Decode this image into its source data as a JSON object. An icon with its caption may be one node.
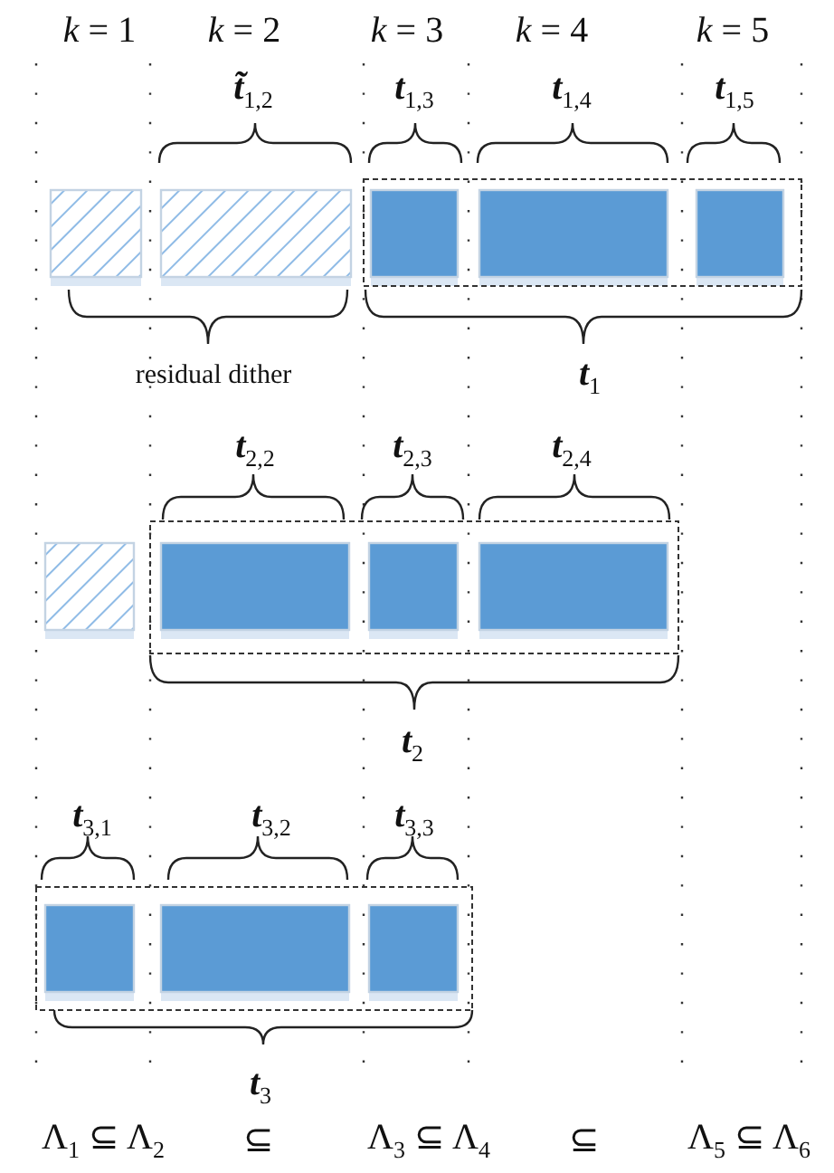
{
  "diagram": {
    "labels": [
      "*k* = 1",
      "*k* = 2",
      "*k* = 3",
      "*k* = 4",
      "*k* = 5",
      "**t̃**$_{1,2}$",
      "**t**$_{1,3}$",
      "**t**$_{1,4}$",
      "**t**$_{1,5}$",
      "residual dither",
      "**t**$_{1}$",
      "**t**$_{2,2}$",
      "**t**$_{2,3}$",
      "**t**$_{2,4}$",
      "**t**$_{2}$",
      "**t**$_{3,1}$",
      "**t**$_{3,2}$",
      "**t**$_{3,3}$",
      "**t**$_{3}$",
      "Λ$_{1}$ ⊆ Λ$_{2}$",
      "⊆",
      "Λ$_{3}$ ⊆ Λ$_{4}$",
      "⊆",
      "Λ$_{5}$ ⊆ Λ$_{6}$"
    ]
  }
}
